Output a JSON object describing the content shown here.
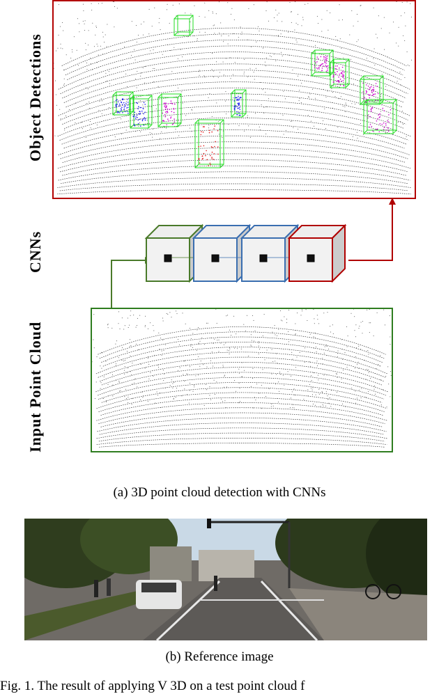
{
  "figure": {
    "side_labels": {
      "object_detections": "Object Detections",
      "cnns": "CNNs",
      "input_point_cloud": "Input Point Cloud"
    },
    "caption_a": "(a) 3D point cloud detection with CNNs",
    "caption_b": "(b) Reference image",
    "bottom_text": "Fig. 1.   The result of applying V    3D on a test point cloud f"
  },
  "colors": {
    "detection_border": "#b30000",
    "input_border": "#2e7d1f",
    "cnn_green": "#4a7a2a",
    "cnn_blue": "#3a6eb0",
    "cnn_red": "#b00000",
    "box_green": "#22dd22",
    "points": "#333333",
    "car_points": "#e01818",
    "ped_blue": "#1a1aee",
    "ped_magenta": "#cc00cc"
  }
}
